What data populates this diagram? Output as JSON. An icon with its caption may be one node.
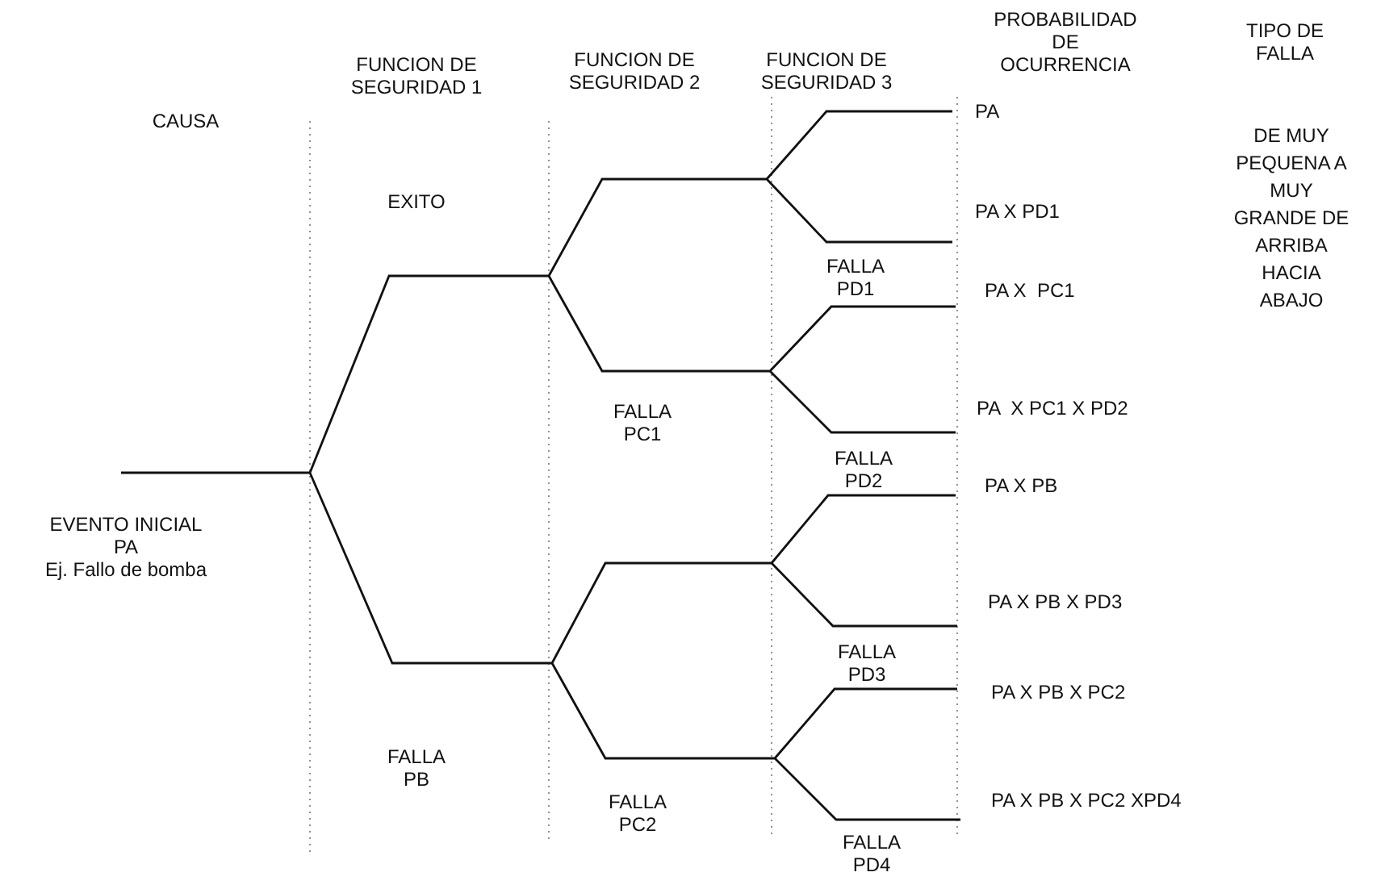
{
  "diagram": {
    "labels": [
      "CAUSA",
      "FUNCION DE SEGURIDAD 1",
      "FUNCION DE SEGURIDAD 2",
      "FUNCION DE SEGURIDAD 3",
      "PROBABILIDAD DE OCURRENCIA",
      "TIPO DE FALLA",
      "DE MUY PEQUENA A MUY GRANDE DE ARRIBA HACIA ABAJO",
      "EXITO",
      "PA",
      "PA X PD1",
      "FALLA PD1",
      "PA X  PC1",
      "FALLA PC1",
      "PA  X PC1 X PD2",
      "FALLA PD2",
      "PA X PB",
      "EVENTO INICIAL",
      "PA",
      "Ej. Fallo de bomba",
      "PA X PB X PD3",
      "FALLA PD3",
      "PA X PB X PC2",
      "FALLA PB",
      "FALLA PC2",
      "PA X PB X PC2 XPD4",
      "FALLA PD4"
    ]
  }
}
